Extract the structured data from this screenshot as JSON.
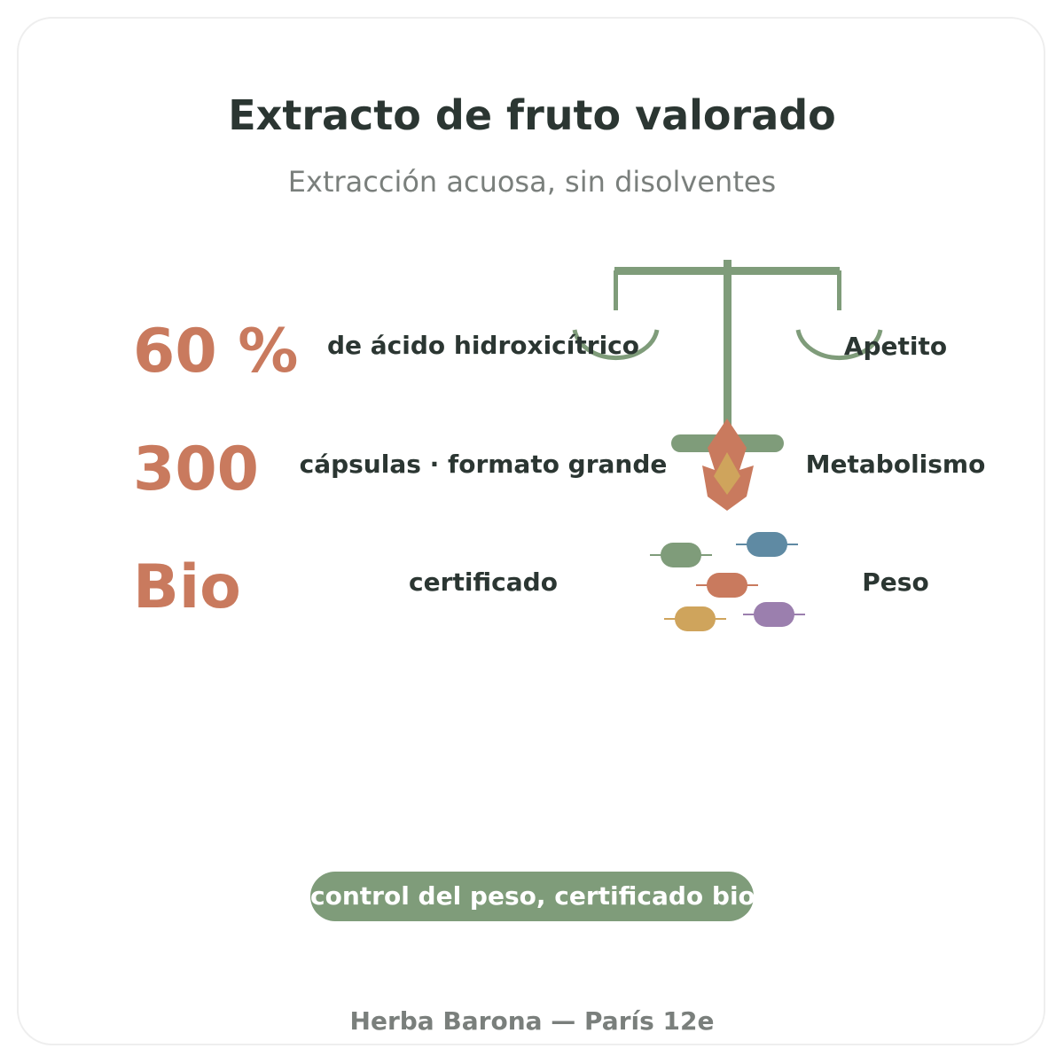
{
  "header": {
    "title": "Extracto de fruto valorado",
    "subtitle": "Extracción acuosa, sin disolventes"
  },
  "stats": [
    {
      "value": "60 %",
      "label": "de ácido hidroxicítrico"
    },
    {
      "value": "300",
      "label": "cápsulas · formato grande"
    },
    {
      "value": "Bio",
      "label": "certificado"
    }
  ],
  "benefits": [
    "Apetito",
    "Metabolismo",
    "Peso"
  ],
  "icons": [
    "balance-scale-icon",
    "flame-icon",
    "capsules-icon"
  ],
  "tag": "control del peso, certificado bio",
  "footer": "Herba Barona — París 12e",
  "colors": {
    "accent": "#c97a5e",
    "green": "#7f9c7a",
    "blue": "#5f8aa3",
    "gold": "#cfa45c",
    "purple": "#9b7fae",
    "text": "#2b3632",
    "muted": "#7a7f7c"
  }
}
